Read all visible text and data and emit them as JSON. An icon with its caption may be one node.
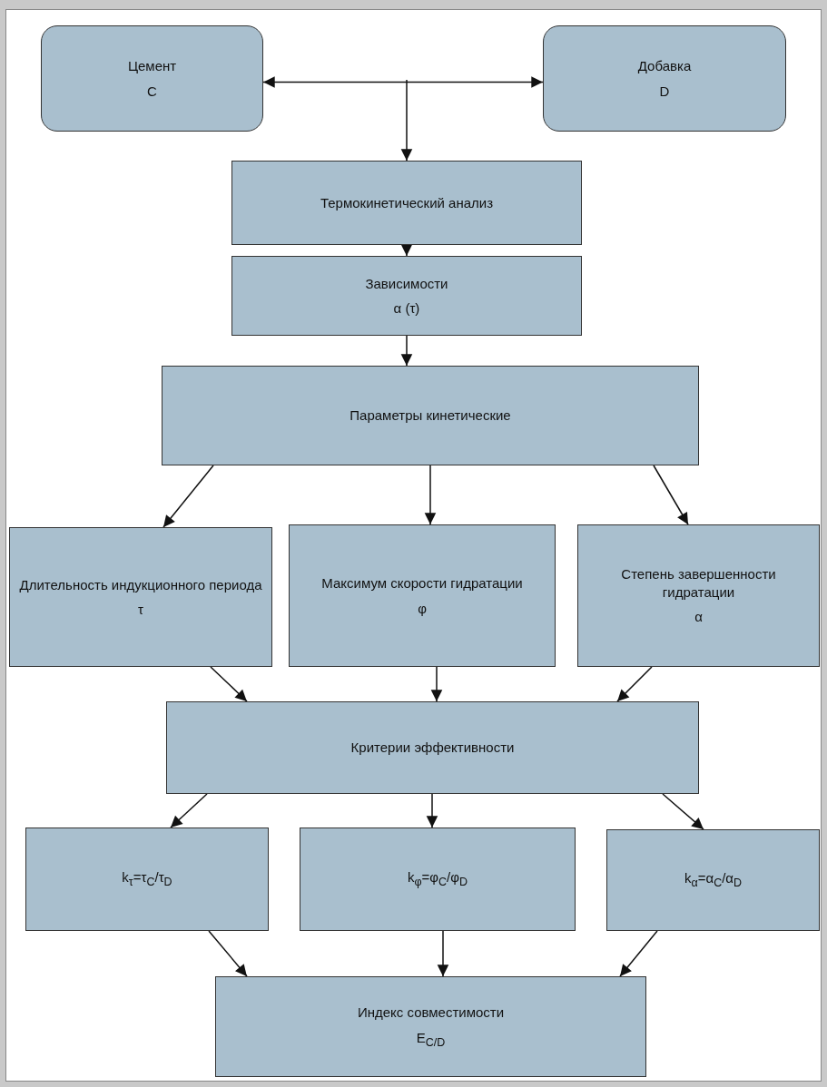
{
  "diagram": {
    "nodes": [
      {
        "text": [
          "Цемент",
          "C"
        ]
      },
      {
        "text": [
          "Добавка",
          "D"
        ]
      },
      {
        "text": [
          "Термокинетический анализ"
        ]
      },
      {
        "text": [
          "Зависимости",
          "α (τ)"
        ]
      },
      {
        "text": [
          "Параметры кинетические"
        ]
      },
      {
        "text": [
          "Длительность индукционного периода",
          "τ"
        ]
      },
      {
        "text": [
          "Максимум скорости гидратации",
          "φ"
        ]
      },
      {
        "text": [
          "Степень завершенности гидратации",
          "α"
        ]
      },
      {
        "text": [
          "Критерии эффективности"
        ]
      },
      {
        "text": [
          "k$_{τ}$=τ$_{C}$/τ$_{D}$"
        ]
      },
      {
        "text": [
          "k$_{φ}$=φ$_{C}$/φ$_{D}$"
        ]
      },
      {
        "text": [
          "k$_{α}$=α$_{C}$/α$_{D}$"
        ]
      },
      {
        "text": [
          "Индекс совместимости",
          "E$_{C/D}$"
        ]
      }
    ],
    "edges": [
      {
        "from": 0,
        "to": 1,
        "arrow": "both"
      },
      {
        "from": null,
        "to": 2,
        "arrow": "to"
      },
      {
        "from": 2,
        "to": 3,
        "arrow": "to"
      },
      {
        "from": 3,
        "to": 4,
        "arrow": "to"
      },
      {
        "from": 4,
        "to": 5,
        "arrow": "to"
      },
      {
        "from": 4,
        "to": 6,
        "arrow": "to"
      },
      {
        "from": 4,
        "to": 7,
        "arrow": "to"
      },
      {
        "from": 5,
        "to": 8,
        "arrow": "to"
      },
      {
        "from": 6,
        "to": 8,
        "arrow": "to"
      },
      {
        "from": 7,
        "to": 8,
        "arrow": "to"
      },
      {
        "from": 8,
        "to": 9,
        "arrow": "to"
      },
      {
        "from": 8,
        "to": 10,
        "arrow": "to"
      },
      {
        "from": 8,
        "to": 11,
        "arrow": "to"
      },
      {
        "from": 9,
        "to": 12,
        "arrow": "to"
      },
      {
        "from": 10,
        "to": 12,
        "arrow": "to"
      },
      {
        "from": 11,
        "to": 12,
        "arrow": "to"
      }
    ]
  }
}
